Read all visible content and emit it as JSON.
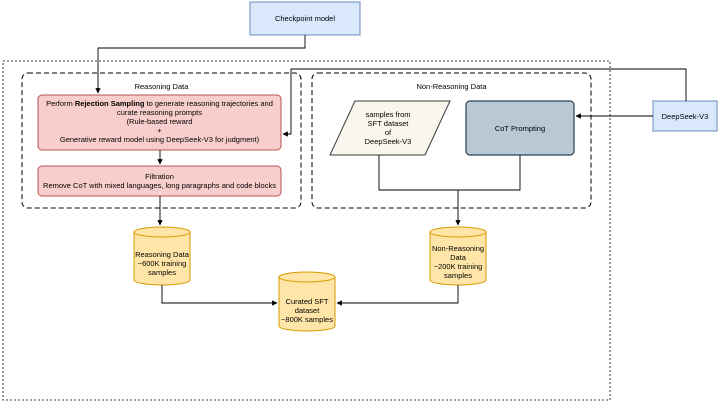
{
  "checkpoint": {
    "label": "Checkpoint model"
  },
  "deepseek_v3": {
    "label": "DeepSeek-V3"
  },
  "reasoning_group": {
    "title": "Reasoning Data"
  },
  "non_reasoning_group": {
    "title": "Non-Reasoning Data"
  },
  "rejection_box": {
    "line1_prefix": "Perform ",
    "line1_bold": "Rejection Sampling",
    "line1_suffix": " to generate reasoning trajectories and",
    "line2": "curate reasoning prompts",
    "line3": "(Rule-based reward",
    "line4": "+",
    "line5": "Generative reward model using DeepSeek-V3 for judgment)"
  },
  "filtration_box": {
    "line1": "Filtration",
    "line2": "Remove CoT with mixed languages, long paragraphs and code blocks"
  },
  "sft_samples": {
    "line1": "samples from",
    "line2": "SFT dataset",
    "line3": "of",
    "line4": "DeepSeek-V3"
  },
  "cot_prompting": {
    "label": "CoT Prompting"
  },
  "reasoning_db": {
    "line1": "Reasoning Data",
    "line2": "~600K training",
    "line3": "samples"
  },
  "non_reasoning_db": {
    "line1": "Non-Reasoning",
    "line2": "Data",
    "line3": "~200K training",
    "line4": "samples"
  },
  "curated_db": {
    "line1": "Curated SFT",
    "line2": "dataset",
    "line3": "~800K samples"
  },
  "colors": {
    "blue_fill": "#dae8fc",
    "blue_stroke": "#6c8ebf",
    "red_fill": "#f8cecc",
    "red_stroke": "#b85450",
    "gray_fill": "#bac8d3",
    "gray_stroke": "#23445d",
    "cream_fill": "#f9f7ed",
    "yellow_fill": "#ffe6a8",
    "yellow_stroke": "#d79b00"
  }
}
